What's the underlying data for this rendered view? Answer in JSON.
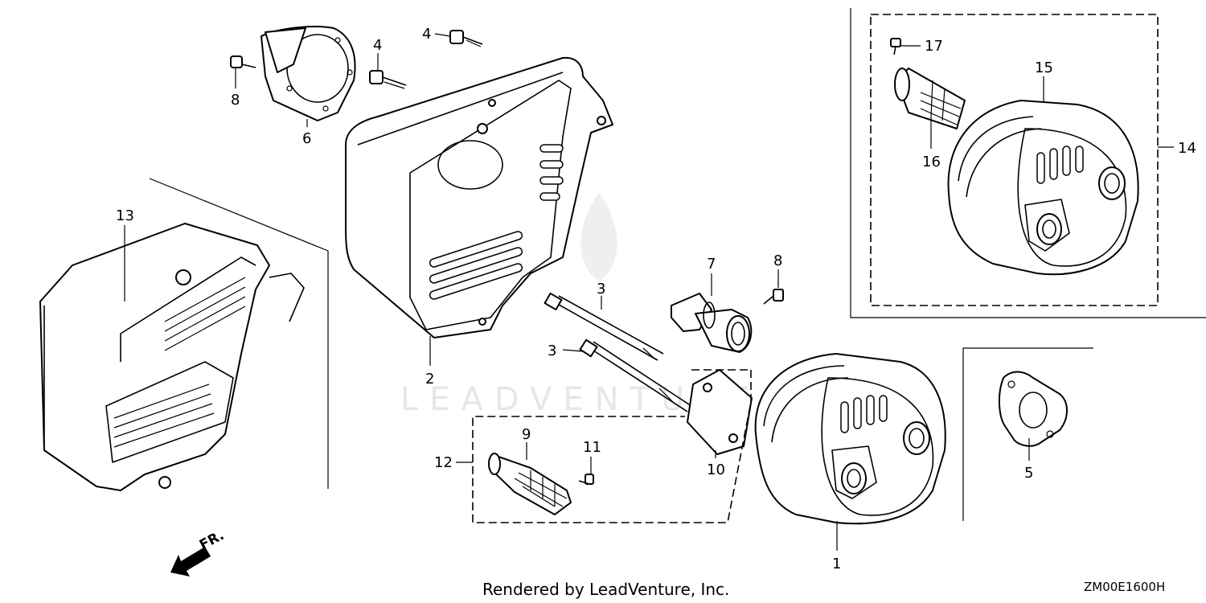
{
  "watermark": "LEADVENTURE",
  "callouts": {
    "c1": "1",
    "c2": "2",
    "c3a": "3",
    "c3b": "3",
    "c4a": "4",
    "c4b": "4",
    "c5": "5",
    "c6": "6",
    "c7": "7",
    "c8a": "8",
    "c8b": "8",
    "c9": "9",
    "c10": "10",
    "c11": "11",
    "c12": "12",
    "c13": "13",
    "c14": "14",
    "c15": "15",
    "c16": "16",
    "c17": "17"
  },
  "direction_label": "FR.",
  "footer": {
    "rendered_by": "Rendered by LeadVenture, Inc.",
    "diagram_code": "ZM00E1600H"
  }
}
